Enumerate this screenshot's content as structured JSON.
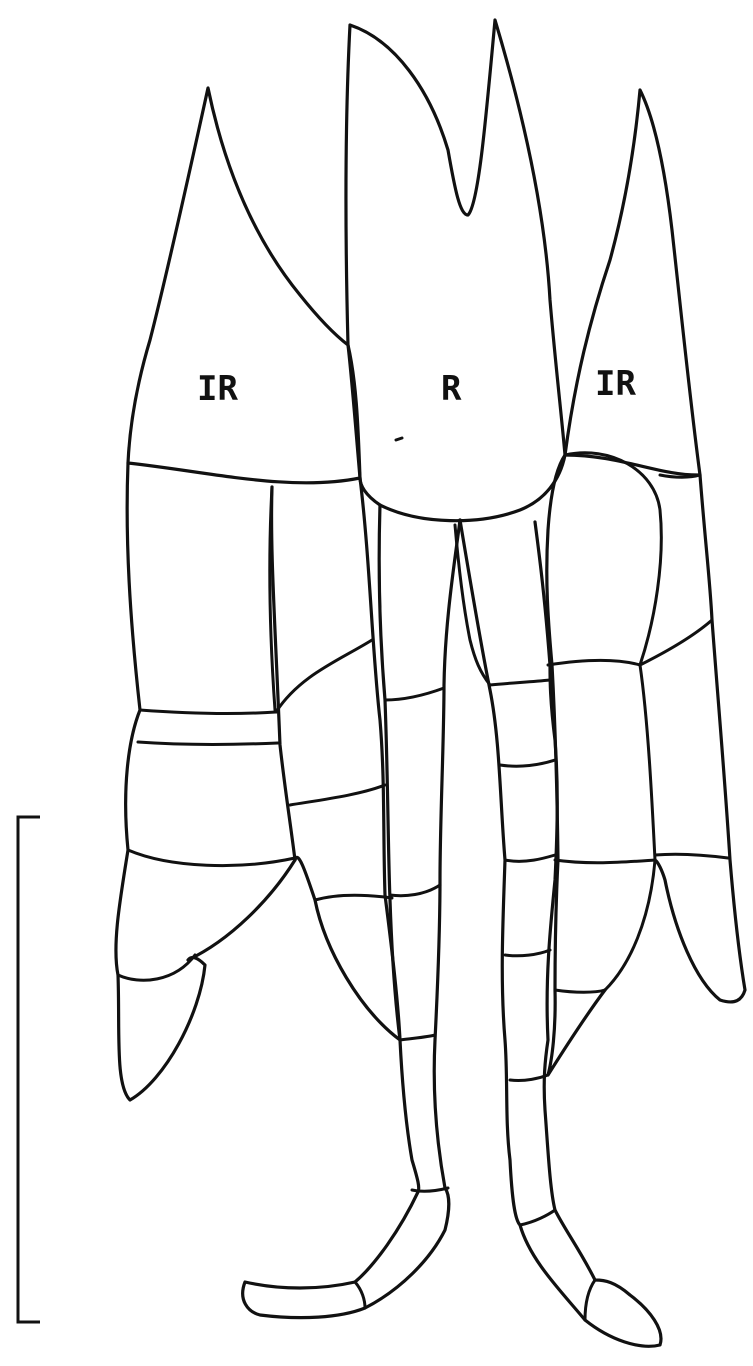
{
  "labels": {
    "left_lobe": "IR",
    "center_lobe": "R",
    "right_lobe": "IR"
  },
  "colors": {
    "line": "#111111",
    "background": "#ffffff"
  }
}
